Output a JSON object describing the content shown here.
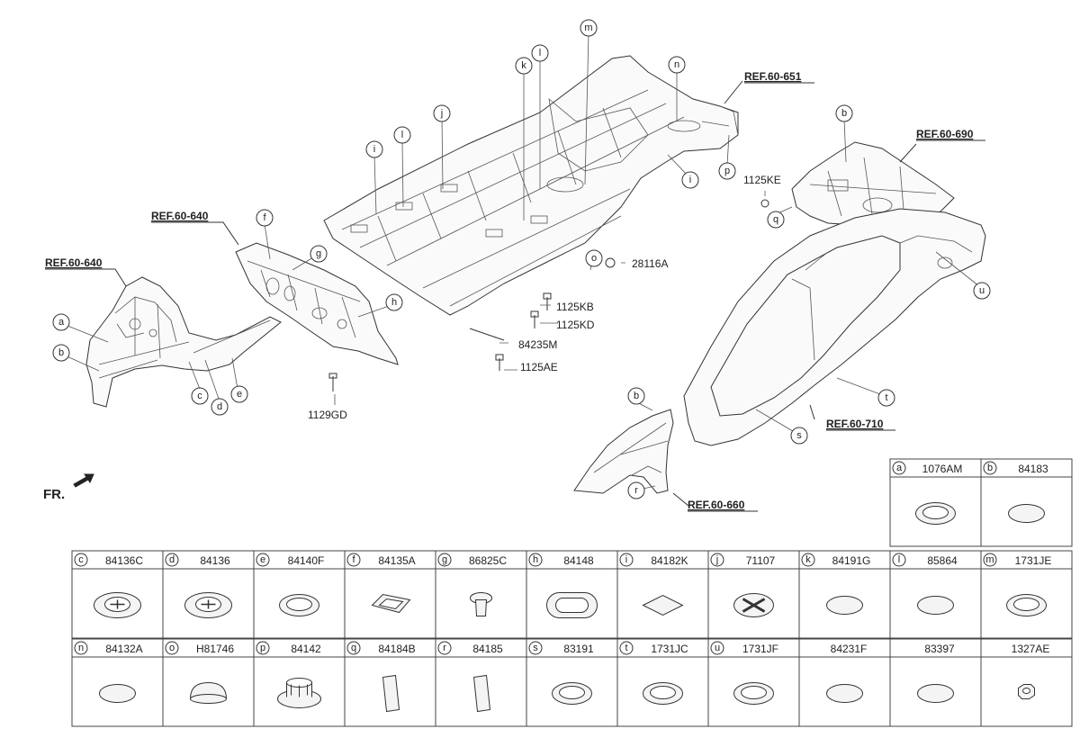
{
  "refs": [
    "REF.60-640",
    "REF.60-640",
    "REF.60-651",
    "REF.60-690",
    "REF.60-710",
    "REF.60-660"
  ],
  "front_label": "FR.",
  "diagram_callouts": [
    "a",
    "b",
    "c",
    "d",
    "e",
    "f",
    "g",
    "h",
    "i",
    "l",
    "j",
    "k",
    "l",
    "m",
    "n",
    "i",
    "p",
    "b",
    "q",
    "u",
    "o",
    "t",
    "s",
    "b",
    "r"
  ],
  "part_labels": [
    "1129GD",
    "1125KE",
    "28116A",
    "1125KB",
    "1125KD",
    "84235M",
    "1125AE"
  ],
  "legend": {
    "top_cells": [
      {
        "letter": "a",
        "code": "1076AM",
        "shape": "ring"
      },
      {
        "letter": "b",
        "code": "84183",
        "shape": "disc"
      }
    ],
    "row1": [
      {
        "letter": "c",
        "code": "84136C",
        "shape": "star"
      },
      {
        "letter": "d",
        "code": "84136",
        "shape": "star"
      },
      {
        "letter": "e",
        "code": "84140F",
        "shape": "ring"
      },
      {
        "letter": "f",
        "code": "84135A",
        "shape": "rect-plug"
      },
      {
        "letter": "g",
        "code": "86825C",
        "shape": "clip"
      },
      {
        "letter": "h",
        "code": "84148",
        "shape": "oval-ring"
      },
      {
        "letter": "i",
        "code": "84182K",
        "shape": "square"
      },
      {
        "letter": "j",
        "code": "71107",
        "shape": "cross"
      },
      {
        "letter": "k",
        "code": "84191G",
        "shape": "disc"
      },
      {
        "letter": "l",
        "code": "85864",
        "shape": "disc"
      },
      {
        "letter": "m",
        "code": "1731JE",
        "shape": "ring"
      }
    ],
    "row2": [
      {
        "letter": "n",
        "code": "84132A",
        "shape": "disc"
      },
      {
        "letter": "o",
        "code": "H81746",
        "shape": "dome"
      },
      {
        "letter": "p",
        "code": "84142",
        "shape": "grommet"
      },
      {
        "letter": "q",
        "code": "84184B",
        "shape": "pad"
      },
      {
        "letter": "r",
        "code": "84185",
        "shape": "pad"
      },
      {
        "letter": "s",
        "code": "83191",
        "shape": "ring"
      },
      {
        "letter": "t",
        "code": "1731JC",
        "shape": "ring"
      },
      {
        "letter": "u",
        "code": "1731JF",
        "shape": "ring"
      },
      {
        "letter": "",
        "code": "84231F",
        "shape": "disc"
      },
      {
        "letter": "",
        "code": "83397",
        "shape": "disc"
      },
      {
        "letter": "",
        "code": "1327AE",
        "shape": "nut"
      }
    ]
  }
}
